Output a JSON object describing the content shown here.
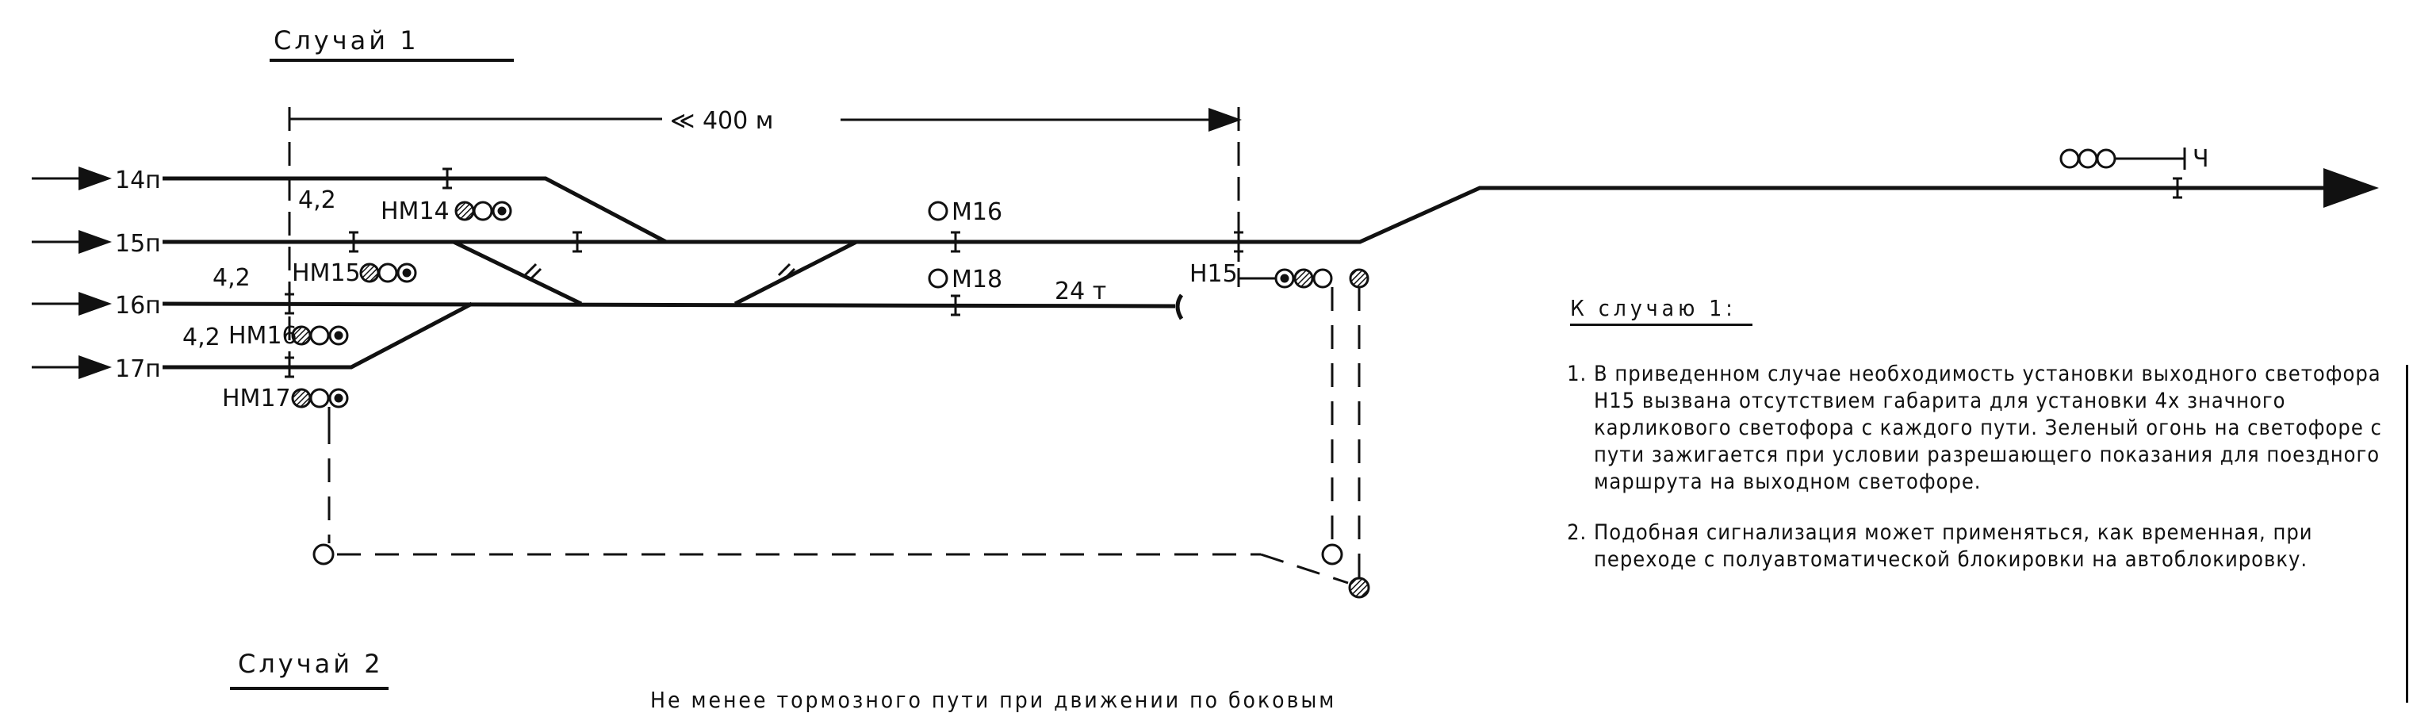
{
  "case1": {
    "title": "Случай 1",
    "distance_label": "≪ 400 м",
    "tracks": [
      "14п",
      "15п",
      "16п",
      "17п"
    ],
    "clearances": [
      "4,2",
      "4,2",
      "4,2"
    ],
    "signals": {
      "nm14": "НМ14",
      "nm15": "НМ15",
      "nm16": "НМ16",
      "nm17": "НМ17",
      "m16": "М16",
      "m18": "М18",
      "h15": "Н15",
      "ch": "Ч"
    },
    "dead_end_label": "24 т"
  },
  "notes": {
    "heading": "К случаю 1:",
    "items": [
      "В приведенном случае необходимость установки выходного светофора Н15 вызвана отсутствием габарита для установки 4х значного карликового светофора с каждого пути. Зеленый огонь на светофоре с пути зажигается при условии разрешающего показания для поездного маршрута на выходном светофоре.",
      "Подобная сигнализация может применяться, как временная, при переходе с полуавтоматической блокировки на автоблокировку."
    ]
  },
  "case2": {
    "title": "Случай 2",
    "subtitle": "Не менее тормозного пути при движении по боковым"
  }
}
